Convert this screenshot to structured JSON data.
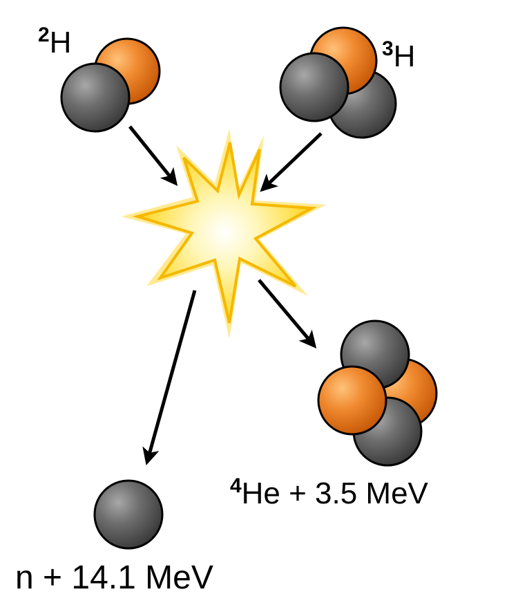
{
  "deuterium": {
    "mass_number": "2",
    "symbol": "H"
  },
  "tritium": {
    "mass_number": "3",
    "symbol": "H"
  },
  "helium": {
    "mass_number": "4",
    "symbol": "He",
    "energy": " + 3.5 MeV"
  },
  "neutron": {
    "symbol": "n",
    "energy": " + 14.1 MeV"
  },
  "colors": {
    "neutron": "#555555",
    "proton": "#e8731a",
    "outline": "#000000",
    "arrow": "#000000",
    "flash_outer": "#f7c300",
    "flash_mid": "#ffe066",
    "flash_core": "#ffffff"
  }
}
